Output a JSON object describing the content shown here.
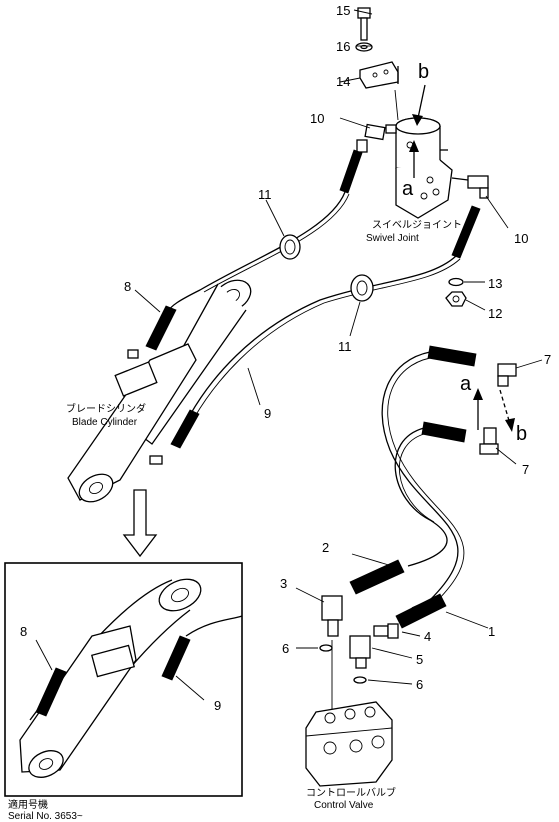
{
  "callouts": {
    "n1": "1",
    "n2": "2",
    "n3": "3",
    "n4": "4",
    "n5": "5",
    "n6a": "6",
    "n6b": "6",
    "n7a": "7",
    "n7b": "7",
    "n8a": "8",
    "n8b": "8",
    "n9a": "9",
    "n9b": "9",
    "n10a": "10",
    "n10b": "10",
    "n11a": "11",
    "n11b": "11",
    "n12": "12",
    "n13": "13",
    "n14": "14",
    "n15": "15",
    "n16": "16"
  },
  "arrow_letters": {
    "a_top": "a",
    "b_top": "b",
    "a_mid": "a",
    "b_mid": "b"
  },
  "labels": {
    "swivel_jp": "スイベルジョイント",
    "swivel_en": "Swivel Joint",
    "blade_jp": "ブレードシリンダ",
    "blade_en": "Blade Cylinder",
    "valve_jp": "コントロールバルブ",
    "valve_en": "Control Valve",
    "serial_jp": "適用号機",
    "serial_en": "Serial No. 3653~"
  }
}
